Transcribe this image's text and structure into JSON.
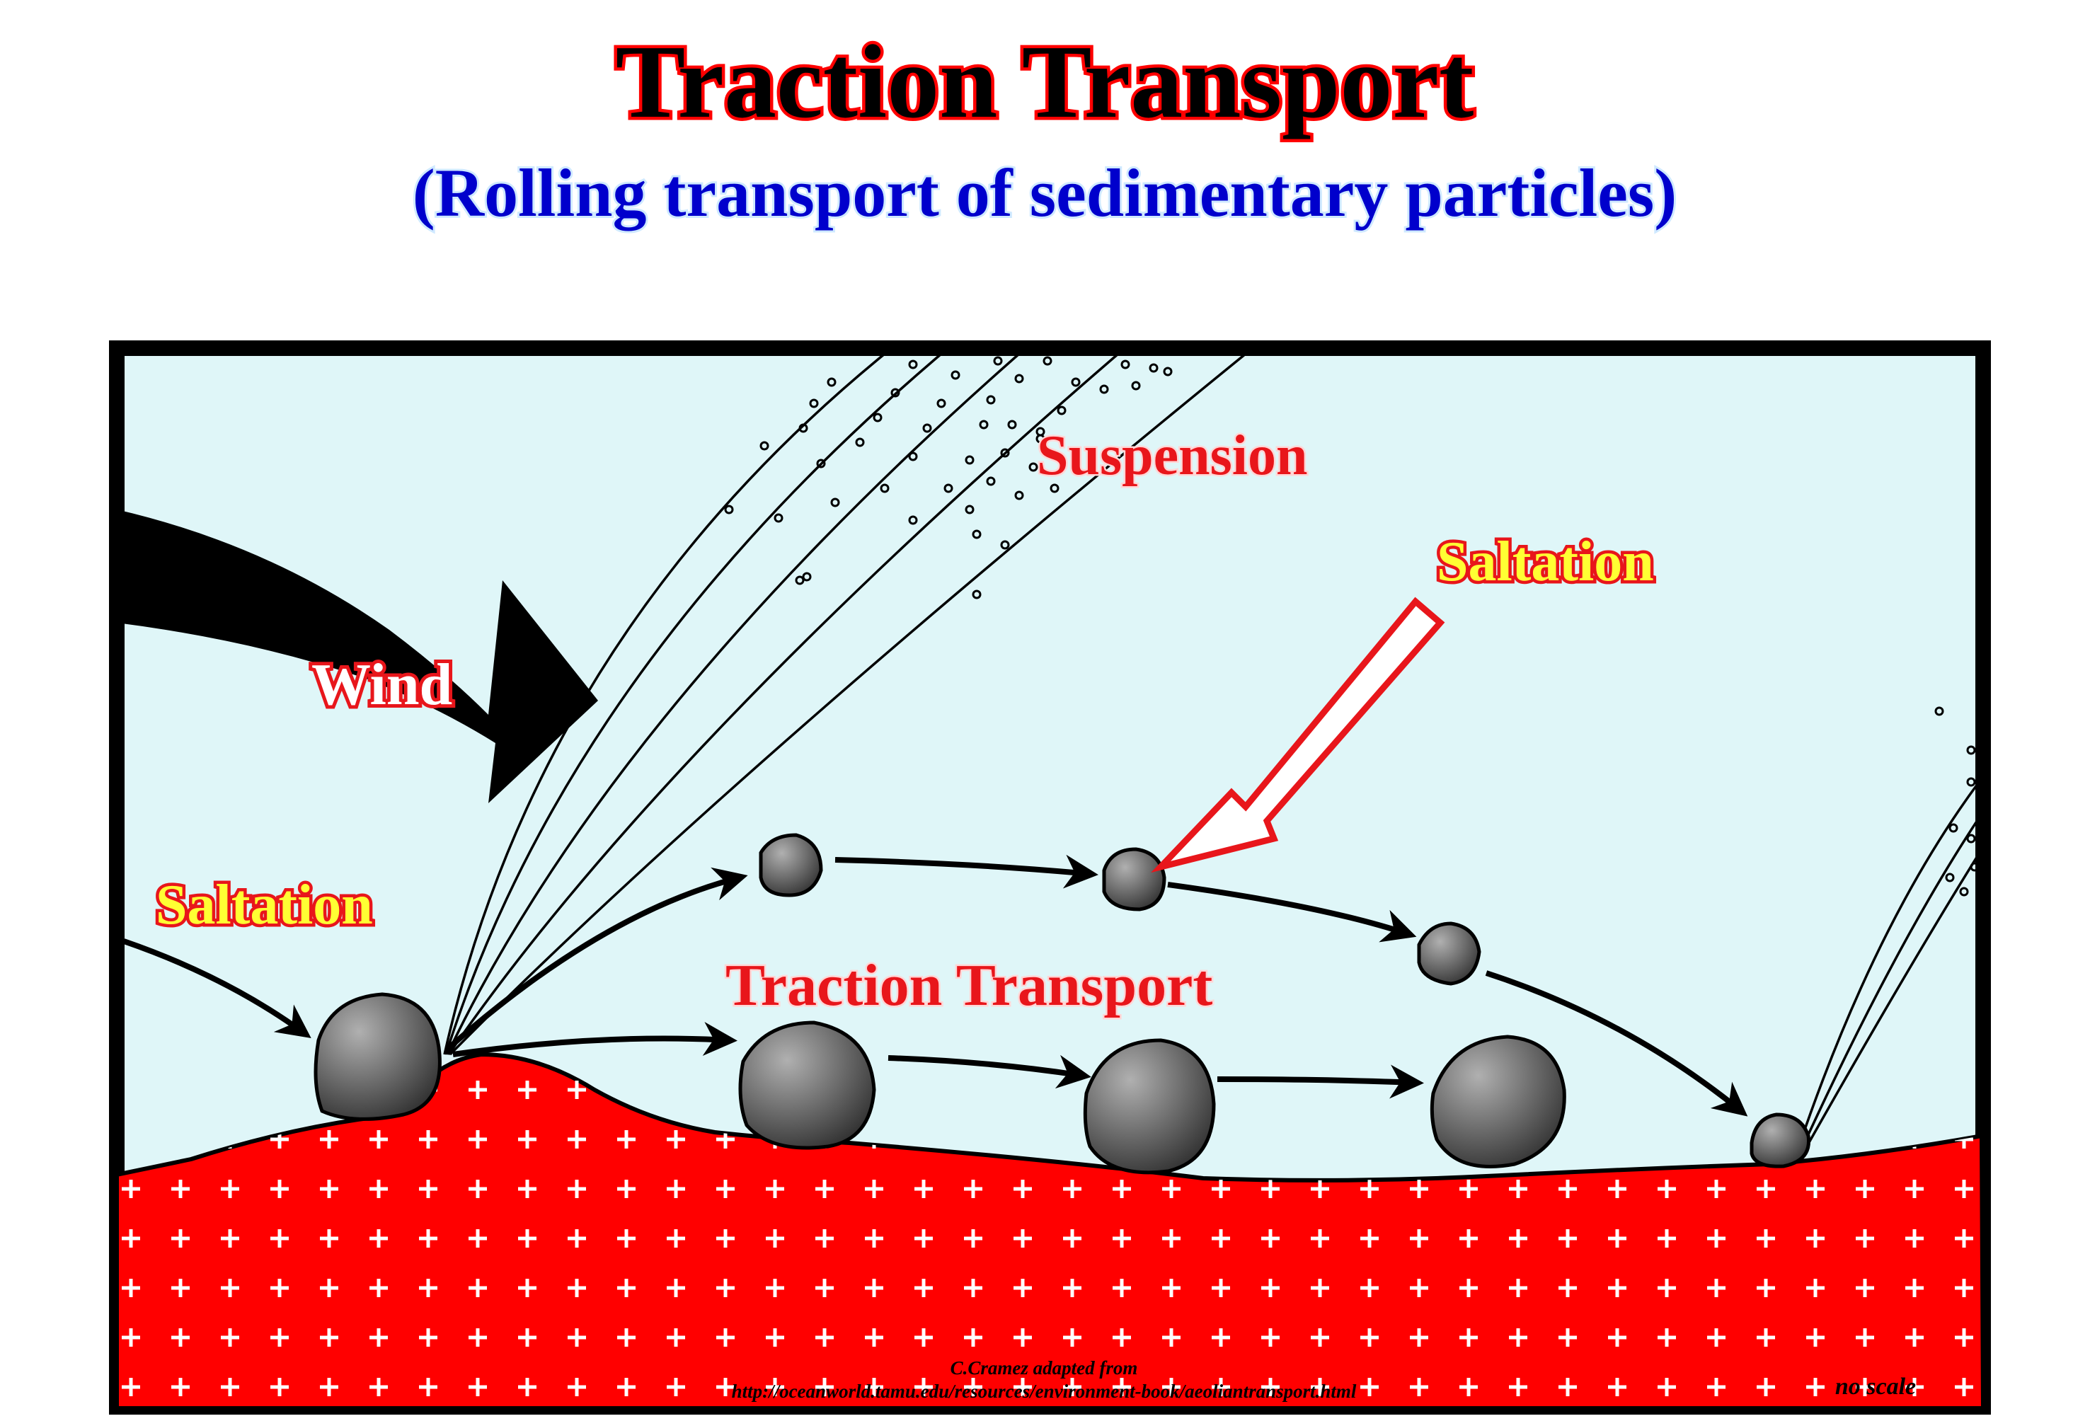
{
  "header": {
    "title": "Traction Transport",
    "subtitle": "(Rolling transport of sedimentary particles)"
  },
  "labels": {
    "suspension": "Suspension",
    "saltation_top": "Saltation",
    "wind": "Wind",
    "saltation_left": "Saltation",
    "traction": "Traction Transport"
  },
  "credit": {
    "line1": "C.Cramez adapted from",
    "line2": "http://oceanworld.tamu.edu/resources/environment-book/aeoliantransport.html",
    "scale_note": "no scale"
  },
  "colors": {
    "title_fill": "#000000",
    "title_outline": "#ff0000",
    "subtitle_fill": "#0000cc",
    "label_red": "#e8161b",
    "label_yellow": "#ffff33",
    "sky": "#dff6f8",
    "ground": "#ff0000",
    "ground_marks": "#ffffff",
    "pebble_dark": "#2e2e2e",
    "pebble_light": "#a6a6a6"
  }
}
